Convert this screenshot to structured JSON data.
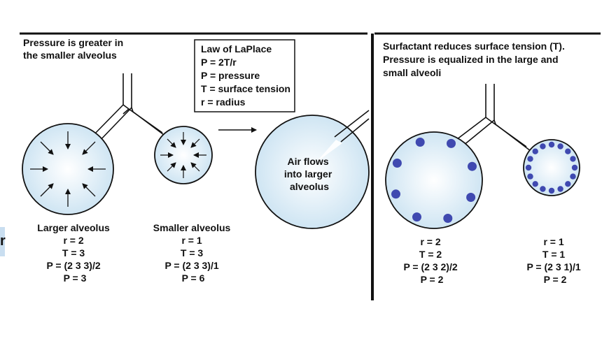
{
  "left_panel": {
    "heading_lines": [
      "Pressure is greater in",
      "the smaller alveolus"
    ],
    "law_box_lines": [
      "Law of LaPlace",
      "P = 2T/r",
      "P = pressure",
      "T = surface tension",
      "r = radius"
    ],
    "air_flow_lines": [
      "Air flows",
      "into larger",
      "alveolus"
    ],
    "larger_alveolus_lines": [
      "Larger alveolus",
      "r = 2",
      "T = 3",
      "P = (2 3 3)/2",
      "P = 3"
    ],
    "smaller_alveolus_lines": [
      "Smaller alveolus",
      "r = 1",
      "T = 3",
      "P = (2 3 3)/1",
      "P = 6"
    ]
  },
  "right_panel": {
    "heading_lines": [
      "Surfactant reduces surface tension (T).",
      "Pressure is equalized in the large and",
      "small alveoli"
    ],
    "large_alveolus_lines": [
      "r = 2",
      "T = 2",
      "P = (2 3 2)/2",
      "P = 2"
    ],
    "small_alveolus_lines": [
      "r = 1",
      "T = 1",
      "P = (2 3 1)/1",
      "P = 2"
    ]
  },
  "edge_fragment": "r",
  "colors": {
    "alveolus_fill": "#dceef8",
    "surfactant_dot": "#3f49b0",
    "line": "#111111",
    "edge_tab": "#c9def0"
  }
}
